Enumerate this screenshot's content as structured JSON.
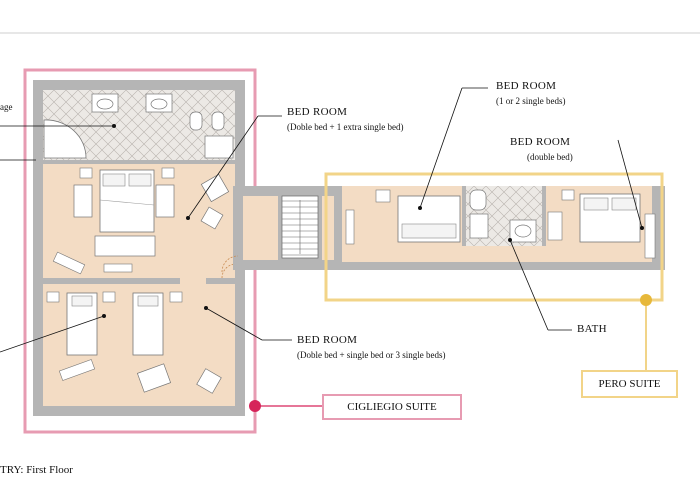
{
  "rooms": {
    "bed_room_1": {
      "title": "BED ROOM",
      "detail": "(Doble bed + 1 extra single bed)"
    },
    "bed_room_2": {
      "title": "BED ROOM",
      "detail": "(1 or 2 single beds)"
    },
    "bed_room_3": {
      "title": "BED ROOM",
      "detail": "(double bed)"
    },
    "bed_room_4": {
      "title": "BED ROOM",
      "detail": "(Doble bed + single bed or 3 single beds)"
    },
    "bath": {
      "title": "BATH"
    },
    "cut_off_label": "age"
  },
  "suites": {
    "cigliegio": {
      "label": "CIGLIEGIO SUITE",
      "color": "#e79bb2",
      "marker": "#d6245a"
    },
    "pero": {
      "label": "PERO SUITE",
      "color": "#f2d488",
      "marker": "#e7b83a"
    }
  },
  "footer": {
    "text": "TRY: First Floor"
  },
  "colors": {
    "floor": "#f3dcc4",
    "wall": "#b5b5b5",
    "tile": "#ece9e5"
  }
}
